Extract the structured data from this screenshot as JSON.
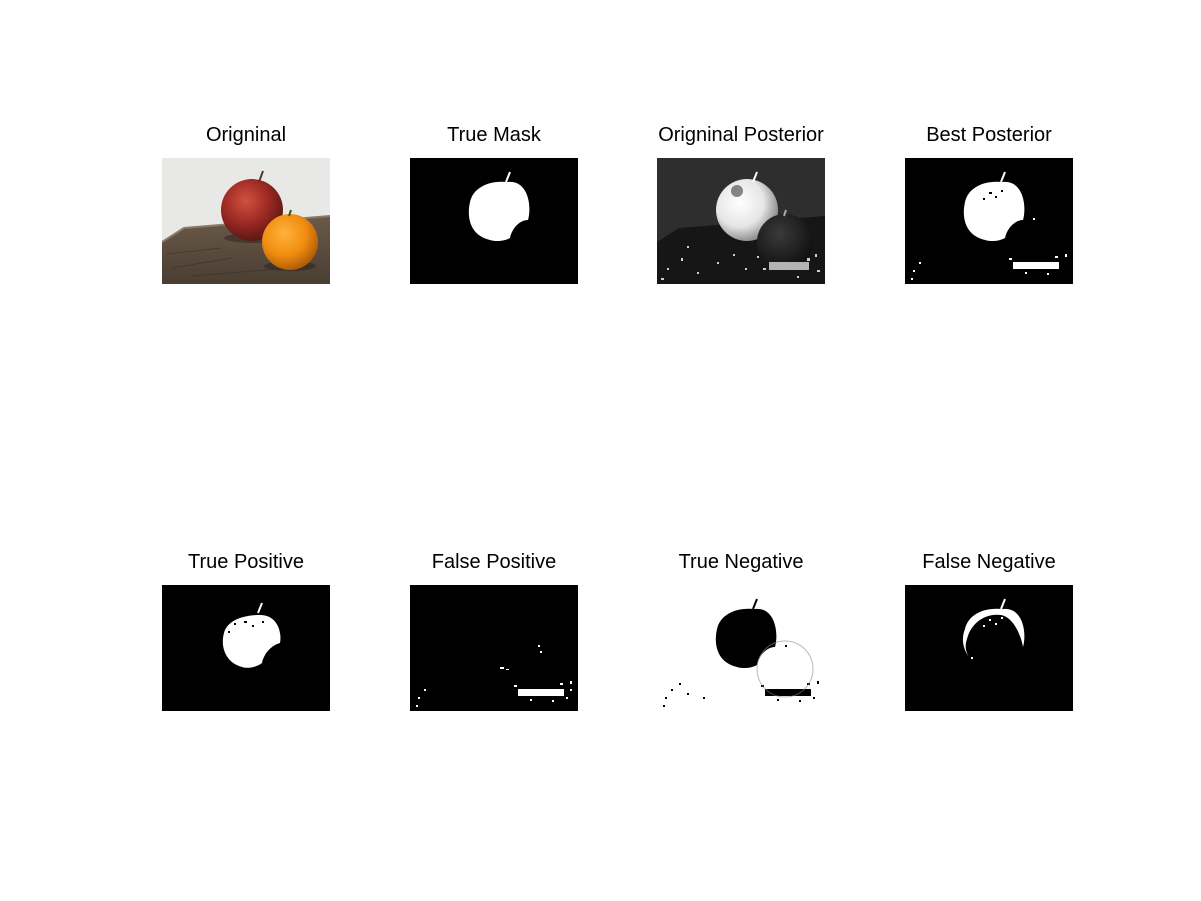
{
  "figure": {
    "panels": [
      {
        "title": "Origninal"
      },
      {
        "title": "True Mask"
      },
      {
        "title": "Origninal Posterior"
      },
      {
        "title": "Best Posterior"
      },
      {
        "title": "True Positive"
      },
      {
        "title": "False Positive"
      },
      {
        "title": "True Negative"
      },
      {
        "title": "False Negative"
      }
    ]
  }
}
